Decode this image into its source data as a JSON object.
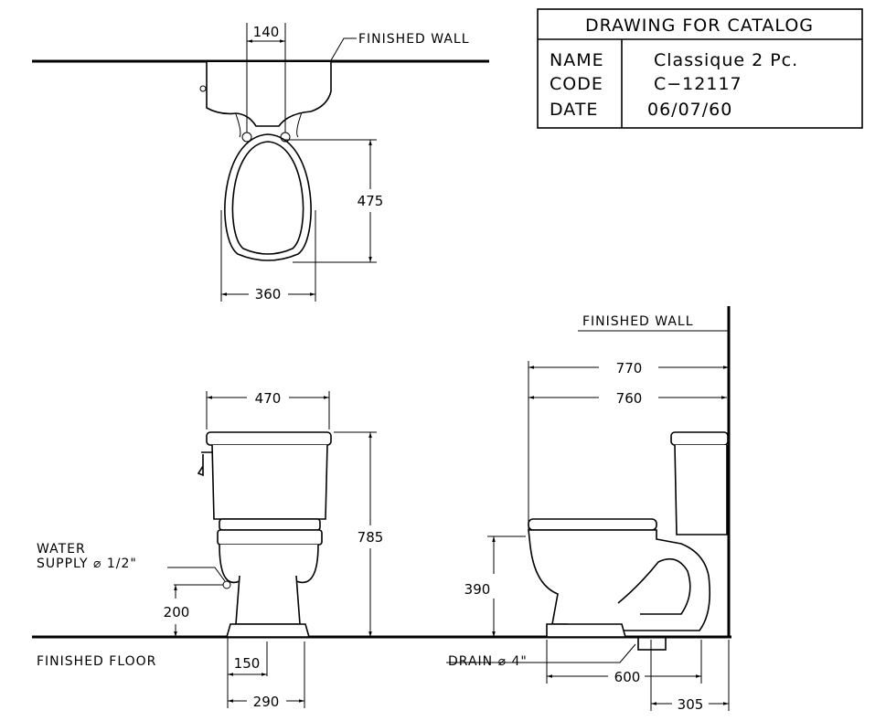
{
  "title_block": {
    "heading": "DRAWING FOR CATALOG",
    "name_label": "NAME",
    "name_value": "Classique 2 Pc.",
    "code_label": "CODE",
    "code_value": "C−12117",
    "date_label": "DATE",
    "date_value": "06/07/60"
  },
  "labels": {
    "finished_wall_top": "FINISHED WALL",
    "finished_wall_side": "FINISHED WALL",
    "finished_floor": "FINISHED FLOOR",
    "water_supply_line1": "WATER",
    "water_supply_line2": "SUPPLY ⌀ 1/2\"",
    "drain": "DRAIN ⌀ 4\""
  },
  "dimensions": {
    "top_inlet_spacing": "140",
    "top_bowl_length": "475",
    "top_bowl_width": "360",
    "front_tank_width": "470",
    "front_total_height": "785",
    "front_supply_height": "200",
    "front_base_half": "150",
    "front_base_width": "290",
    "side_total_depth": "770",
    "side_body_depth": "760",
    "side_seat_height": "390",
    "side_drain_to_front": "600",
    "side_rough_in": "305"
  }
}
